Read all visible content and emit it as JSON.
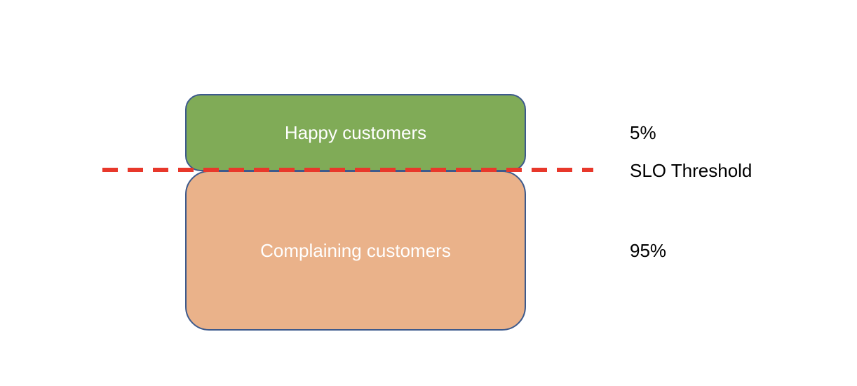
{
  "diagram": {
    "boxes": {
      "happy": {
        "label": "Happy customers",
        "fill": "#80ab57"
      },
      "complaining": {
        "label": "Complaining customers",
        "fill": "#eab28a"
      },
      "border_color": "#3d5a8c"
    },
    "threshold": {
      "label": "SLO Threshold",
      "line_color": "#e8382b",
      "line_style": "dashed"
    },
    "side_labels": {
      "top": "5%",
      "bottom": "95%"
    }
  }
}
